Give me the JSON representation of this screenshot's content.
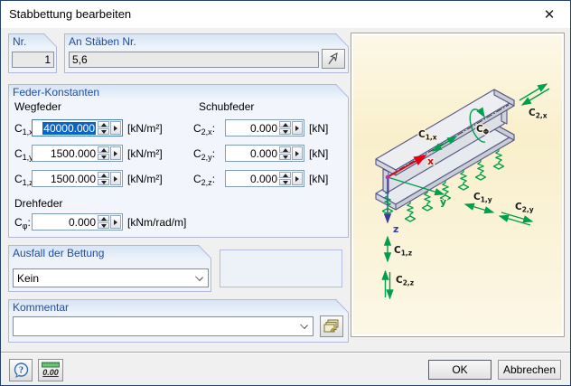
{
  "window": {
    "title": "Stabbettung bearbeiten"
  },
  "icons": {
    "close": "✕",
    "help": "?",
    "units_value": "0.00"
  },
  "nr": {
    "label": "Nr.",
    "value": "1"
  },
  "members": {
    "label": "An Stäben Nr.",
    "value": "5,6"
  },
  "springs": {
    "title": "Feder-Konstanten",
    "weg": {
      "title": "Wegfeder",
      "c1x": {
        "base": "C",
        "sub": "1,x",
        "colon": ":",
        "value": "40000.000",
        "unit": "[kN/m²]"
      },
      "c1y": {
        "base": "C",
        "sub": "1,y",
        "colon": ":",
        "value": "1500.000",
        "unit": "[kN/m²]"
      },
      "c1z": {
        "base": "C",
        "sub": "1,z",
        "colon": ":",
        "value": "1500.000",
        "unit": "[kN/m²]"
      }
    },
    "schub": {
      "title": "Schubfeder",
      "c2x": {
        "base": "C",
        "sub": "2,x",
        "colon": ":",
        "value": "0.000",
        "unit": "[kN]"
      },
      "c2y": {
        "base": "C",
        "sub": "2,y",
        "colon": ":",
        "value": "0.000",
        "unit": "[kN]"
      },
      "c2z": {
        "base": "C",
        "sub": "2,z",
        "colon": ":",
        "value": "0.000",
        "unit": "[kN]"
      }
    },
    "dreh": {
      "title": "Drehfeder",
      "cphi": {
        "base": "C",
        "sub": "φ",
        "colon": ":",
        "value": "0.000",
        "unit": "[kNm/rad/m]"
      }
    }
  },
  "failure": {
    "title": "Ausfall der Bettung",
    "selected": "Kein"
  },
  "comment": {
    "title": "Kommentar",
    "value": ""
  },
  "footer": {
    "ok": "OK",
    "cancel": "Abbrechen"
  },
  "illu": {
    "axis": {
      "x": "x",
      "y": "y",
      "z": "z"
    },
    "c1x": {
      "base": "C",
      "sub": "1,x"
    },
    "c2x": {
      "base": "C",
      "sub": "2,x"
    },
    "cphi": {
      "base": "C",
      "sub": "Φ"
    },
    "c1y": {
      "base": "C",
      "sub": "1,y"
    },
    "c2y": {
      "base": "C",
      "sub": "2,y"
    },
    "c1z": {
      "base": "C",
      "sub": "1,z"
    },
    "c2z": {
      "base": "C",
      "sub": "2,z"
    }
  },
  "colors": {
    "selection_blue": "#0a64c8",
    "group_label_blue": "#1f4e9c",
    "spring_green": "#009f4d",
    "axis_x_red": "#e60012",
    "axis_z_blue": "#3b3b9e",
    "panel_cream": "#f9efcb"
  }
}
